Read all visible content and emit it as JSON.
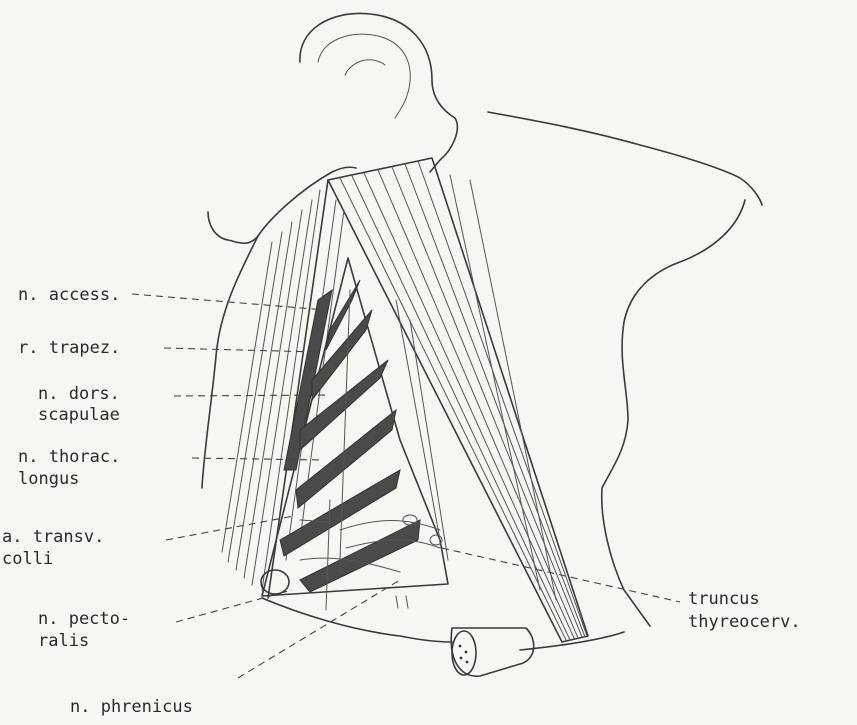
{
  "labels": {
    "n_access": "n. access.",
    "r_trapez": "r. trapez.",
    "n_dors_1": "n. dors.",
    "n_dors_2": "scapulae",
    "n_thorac_1": "n. thorac.",
    "n_thorac_2": "longus",
    "a_transv_1": "a. transv.",
    "a_transv_2": "colli",
    "n_pecto_1": "n. pecto-",
    "n_pecto_2": "ralis",
    "n_phrenicus": "n. phrenicus",
    "truncus_1": "truncus",
    "truncus_2": "thyreocerv."
  }
}
